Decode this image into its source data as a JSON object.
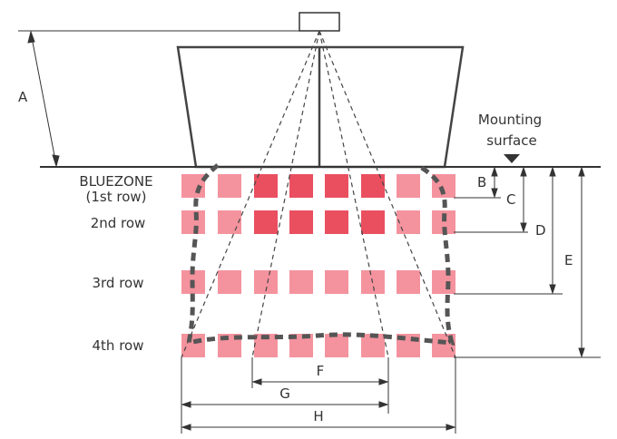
{
  "labels": {
    "a": "A",
    "b": "B",
    "c": "C",
    "d": "D",
    "e": "E",
    "f": "F",
    "g": "G",
    "h": "H",
    "mounting_line1": "Mounting",
    "mounting_line2": "surface",
    "bluezone_line1": "BLUEZONE",
    "bluezone_line2": "(1st row)",
    "row2": "2nd row",
    "row3": "3rd row",
    "row4": "4th row"
  },
  "colors": {
    "line": "#333333",
    "zone_light": "#f4939e",
    "zone_dark": "#ea4f60",
    "dotted_boundary": "#555555"
  }
}
